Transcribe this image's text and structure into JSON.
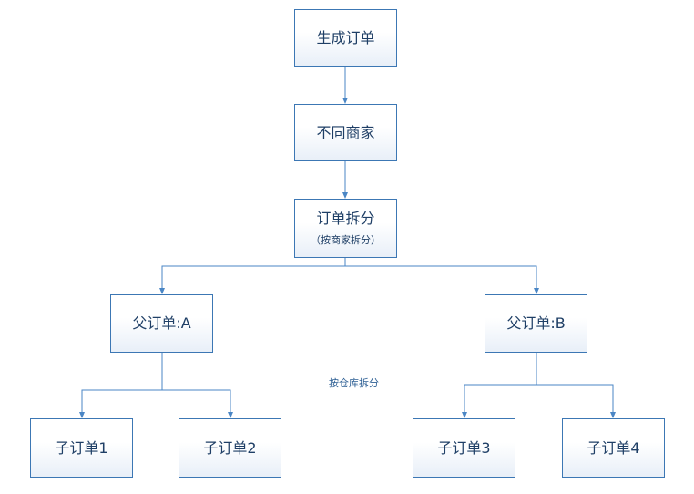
{
  "nodes": {
    "generate": "生成订单",
    "merchant": "不同商家",
    "split": "订单拆分",
    "split_note": "（按商家拆分）",
    "parent_a": "父订单:A",
    "parent_b": "父订单:B",
    "child1": "子订单1",
    "child2": "子订单2",
    "child3": "子订单3",
    "child4": "子订单4"
  },
  "annotation": "按仓库拆分"
}
